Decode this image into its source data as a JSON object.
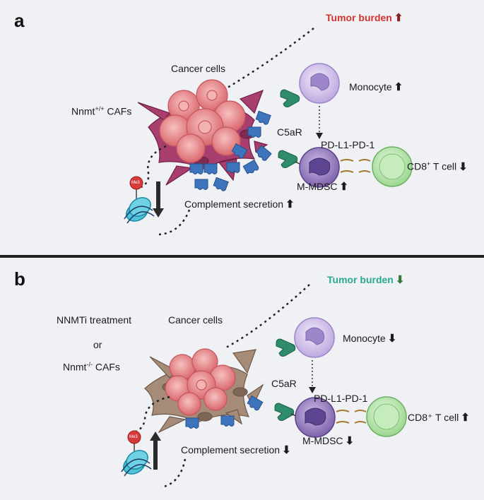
{
  "colors": {
    "tumor_up": "#d2312d",
    "tumor_down": "#2aa88d",
    "arrow_up_red": "#8b1e1e",
    "arrow_down_green": "#2f7a3a",
    "caf_wt": "#a83e6e",
    "caf_ko": "#a58b78",
    "cancer_cell": "#e9898a",
    "complement": "#3e74bb",
    "c5ar": "#2e8c6a",
    "monocyte": "#d3c4ea",
    "mdsc": "#8b6eb5",
    "tcell": "#bde8b4"
  },
  "panel_a": {
    "letter": "a",
    "tumor_burden": "Tumor burden",
    "tumor_arrow": "⬆",
    "cancer_cells": "Cancer cells",
    "cafs_prefix": "Nnmt",
    "cafs_sup": "+/+",
    "cafs_suffix": " CAFs",
    "c5ar": "C5aR",
    "monocyte": "Monocyte",
    "monocyte_arrow": "⬆",
    "pdl1": "PD-L1-PD-1",
    "mdsc": "M-MDSC",
    "mdsc_arrow": "⬆",
    "tcell_prefix": "CD8",
    "tcell_sup": "+",
    "tcell_suffix": " T cell",
    "tcell_arrow": "⬇",
    "complement": "Complement secretion",
    "complement_arrow": "⬆",
    "me3": "Me3",
    "me3_arrow": "⬇"
  },
  "panel_b": {
    "letter": "b",
    "tumor_burden": "Tumor burden",
    "tumor_arrow": "⬇",
    "treatment": "NNMTi treatment",
    "or": "or",
    "cafs_prefix": "Nnmt",
    "cafs_sup": "-/-",
    "cafs_suffix": " CAFs",
    "cancer_cells": "Cancer cells",
    "c5ar": "C5aR",
    "monocyte": "Monocyte",
    "monocyte_arrow": "⬇",
    "pdl1": "PD-L1-PD-1",
    "mdsc": "M-MDSC",
    "mdsc_arrow": "⬇",
    "tcell": "CD8⁺ T cell",
    "tcell_arrow": "⬆",
    "complement": "Complement secretion",
    "complement_arrow": "⬇",
    "me3": "Me3",
    "me3_arrow": "⬆"
  }
}
